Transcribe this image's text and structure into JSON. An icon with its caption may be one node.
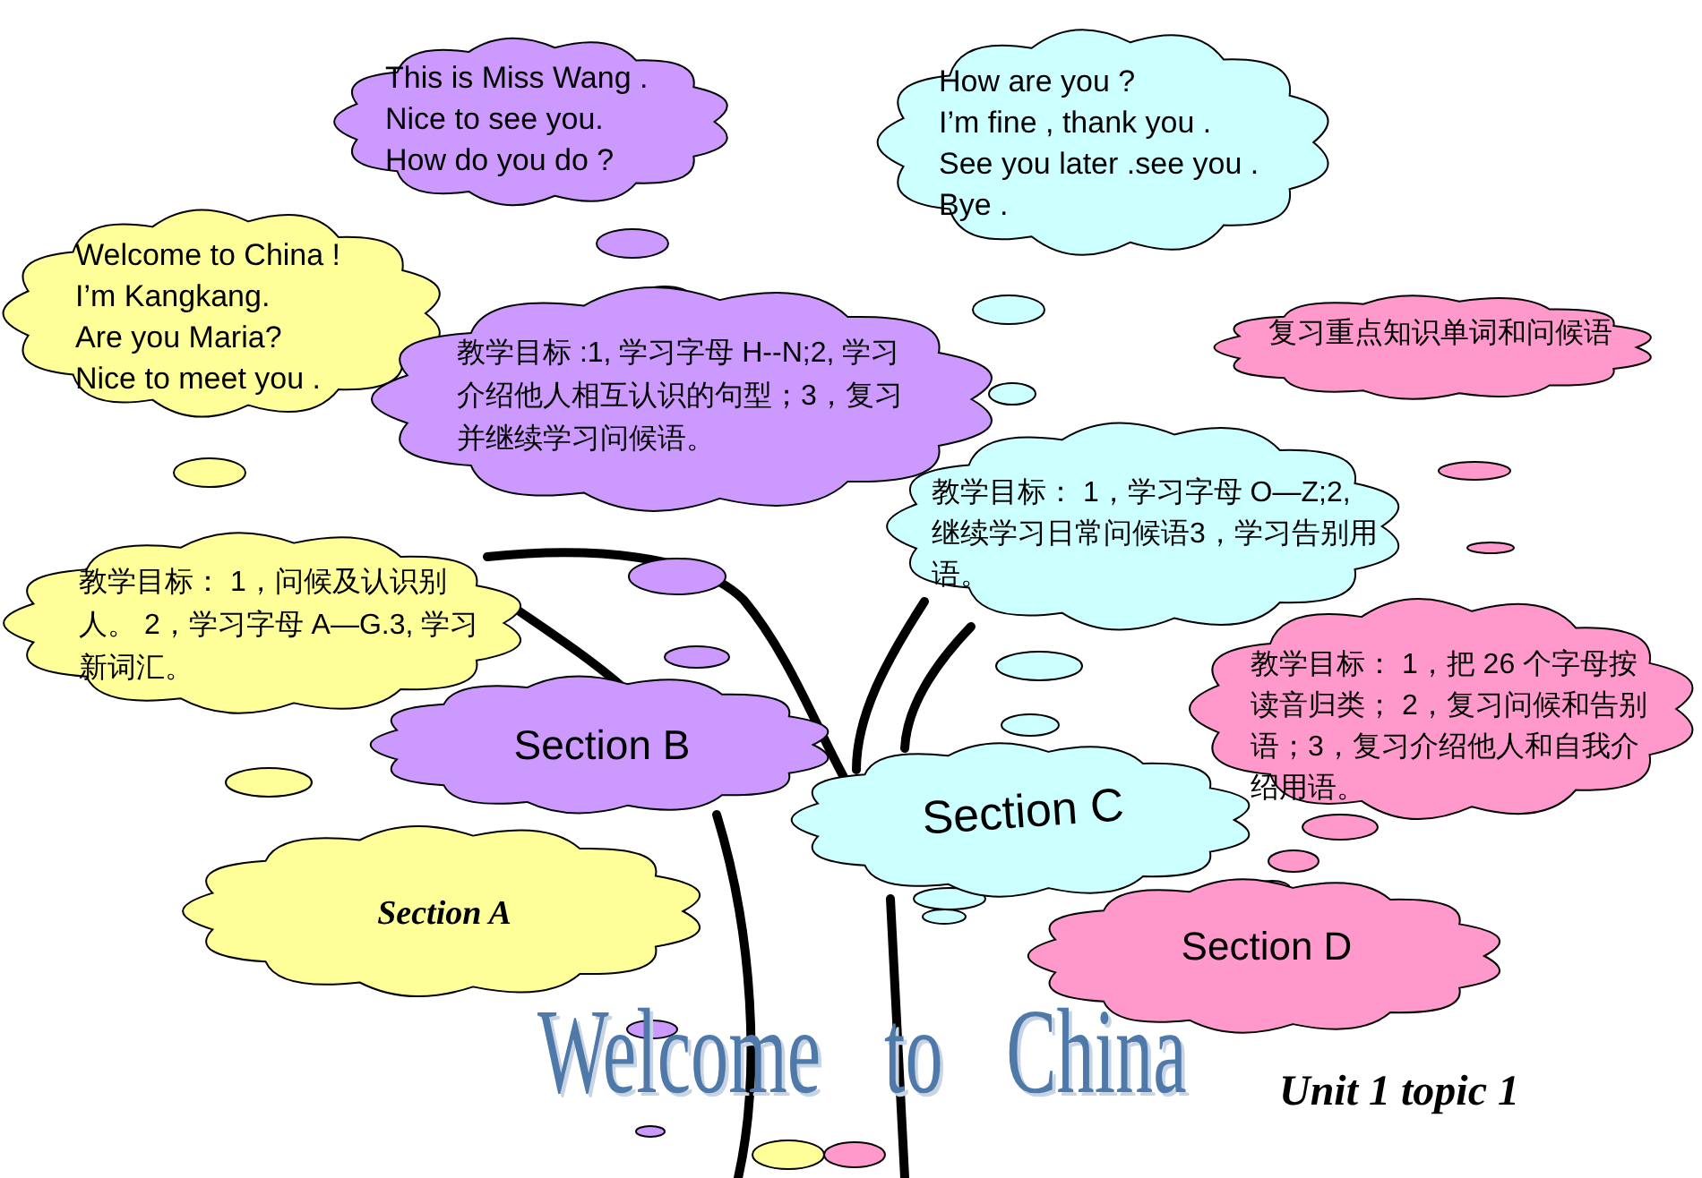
{
  "diagram": {
    "title": "Welcome to China",
    "nodes": [
      {
        "text": [
          "This is Miss Wang .",
          "Nice to see you.",
          "How do you do ?"
        ]
      },
      {
        "text": [
          "How are you ?",
          "I’m fine , thank you .",
          "See you later .see you . Bye ."
        ]
      },
      {
        "text": [
          "Welcome to China !",
          "I’m Kangkang.",
          "Are you Maria?",
          "Nice to meet you ."
        ]
      },
      {
        "text": [
          "教学目标 :1, 学习字母 H--N;2, 学习介绍他人相互认识的句型；3，复习并继续学习问候语。"
        ]
      },
      {
        "text": [
          "复习重点知识单词和问候语"
        ]
      },
      {
        "text": [
          "教学目标： 1，学习字母 O—Z;2, 继续学习日常问候语3，学习告别用语。"
        ]
      },
      {
        "text": [
          "教学目标： 1，问候及认识别人。 2，学习字母 A—G.3, 学习新词汇。"
        ]
      },
      {
        "text": [
          "Section B"
        ]
      },
      {
        "text": [
          "Section C"
        ]
      },
      {
        "text": [
          "教学目标： 1，把 26 个字母按读音归类； 2，复习问候和告别语；3，复习介绍他人和自我介绍用语。"
        ]
      },
      {
        "text": [
          "Section A"
        ]
      },
      {
        "text": [
          "Section D"
        ]
      }
    ],
    "edges": [
      {
        "from": 6,
        "to": 7,
        "arrow": "none"
      },
      {
        "from": 6,
        "to": 8,
        "arrow": "none"
      },
      {
        "from": 5,
        "to": 8,
        "arrow": "none"
      },
      {
        "from": 5,
        "to": 8,
        "arrow": "none"
      },
      {
        "from": 7,
        "to": null,
        "arrow": "none"
      },
      {
        "from": 8,
        "to": null,
        "arrow": "none"
      }
    ],
    "labels": [
      "Unit 1 topic 1"
    ]
  }
}
